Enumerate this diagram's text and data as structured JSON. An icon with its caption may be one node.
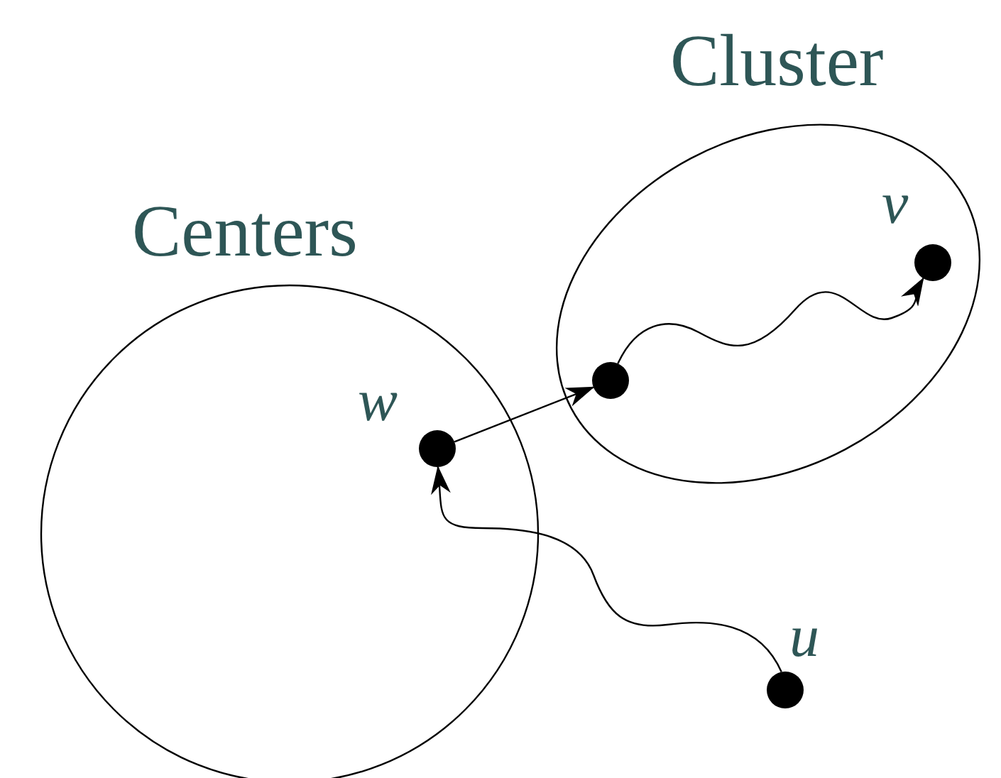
{
  "diagram": {
    "nodes": [
      {
        "text": [
          "Centers"
        ]
      },
      {
        "text": [
          "Cluster"
        ]
      },
      {
        "text": [],
        "shape": "circle",
        "in": 0,
        "beside": [
          "w"
        ]
      },
      {
        "text": [],
        "shape": "circle",
        "in": 1
      },
      {
        "text": [],
        "shape": "circle",
        "in": 1,
        "beside": [
          "v"
        ]
      },
      {
        "text": [],
        "shape": "circle",
        "beside": [
          "u"
        ]
      }
    ],
    "edges": [
      {
        "from": 5,
        "to": 2,
        "arrow": "to"
      },
      {
        "from": 2,
        "to": 3,
        "arrow": "to"
      },
      {
        "from": 3,
        "to": 4,
        "arrow": "to"
      }
    ]
  }
}
